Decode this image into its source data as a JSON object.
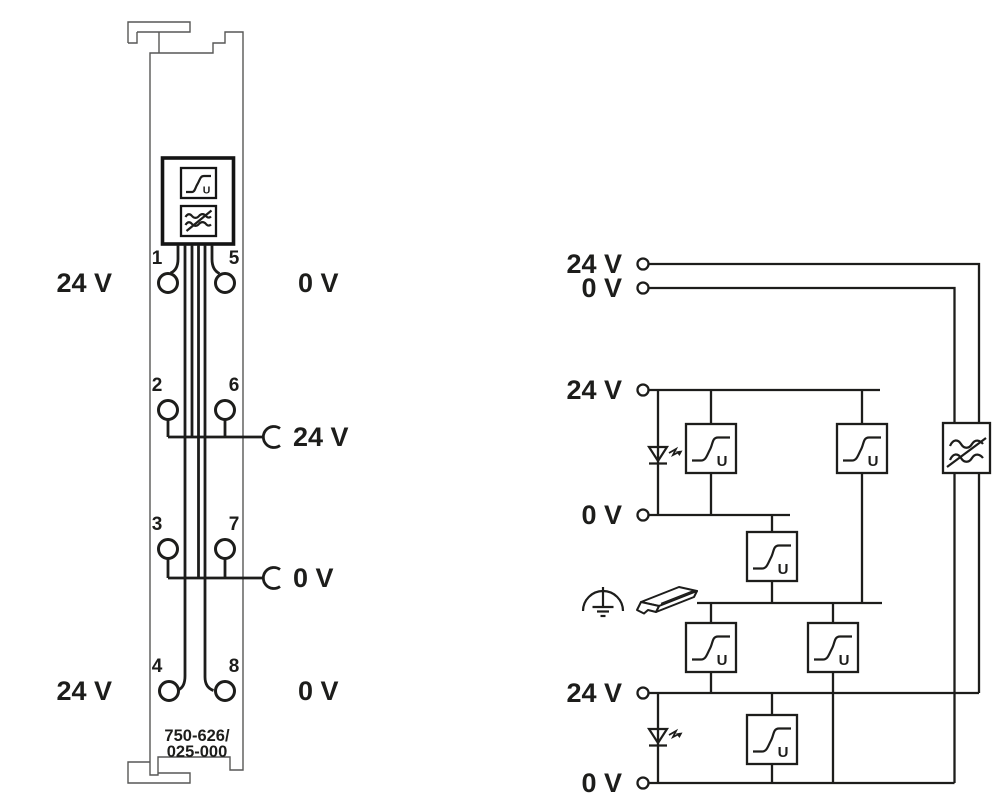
{
  "module": {
    "part_number_line1": "750-626/",
    "part_number_line2": "025-000",
    "terminal_numbers": {
      "t1": "1",
      "t2": "2",
      "t3": "3",
      "t4": "4",
      "t5": "5",
      "t6": "6",
      "t7": "7",
      "t8": "8"
    },
    "labels": {
      "terminal1_left": "24 V",
      "terminal5_right": "0 V",
      "jumper_24v": "24 V",
      "jumper_0v": "0 V",
      "terminal4_left": "24 V",
      "terminal8_right": "0 V"
    },
    "surge_symbol_letter": "U"
  },
  "schematic": {
    "labels": {
      "system_supply_24v": "24 V",
      "system_supply_0v": "0 V",
      "field_upper_24v": "24 V",
      "field_upper_0v": "0 V",
      "field_lower_24v": "24 V",
      "field_lower_0v": "0 V"
    },
    "surge_symbol_letter": "U"
  },
  "colors": {
    "wire": "#1d1d1b",
    "module_outline": "#575756",
    "background": "#ffffff"
  }
}
